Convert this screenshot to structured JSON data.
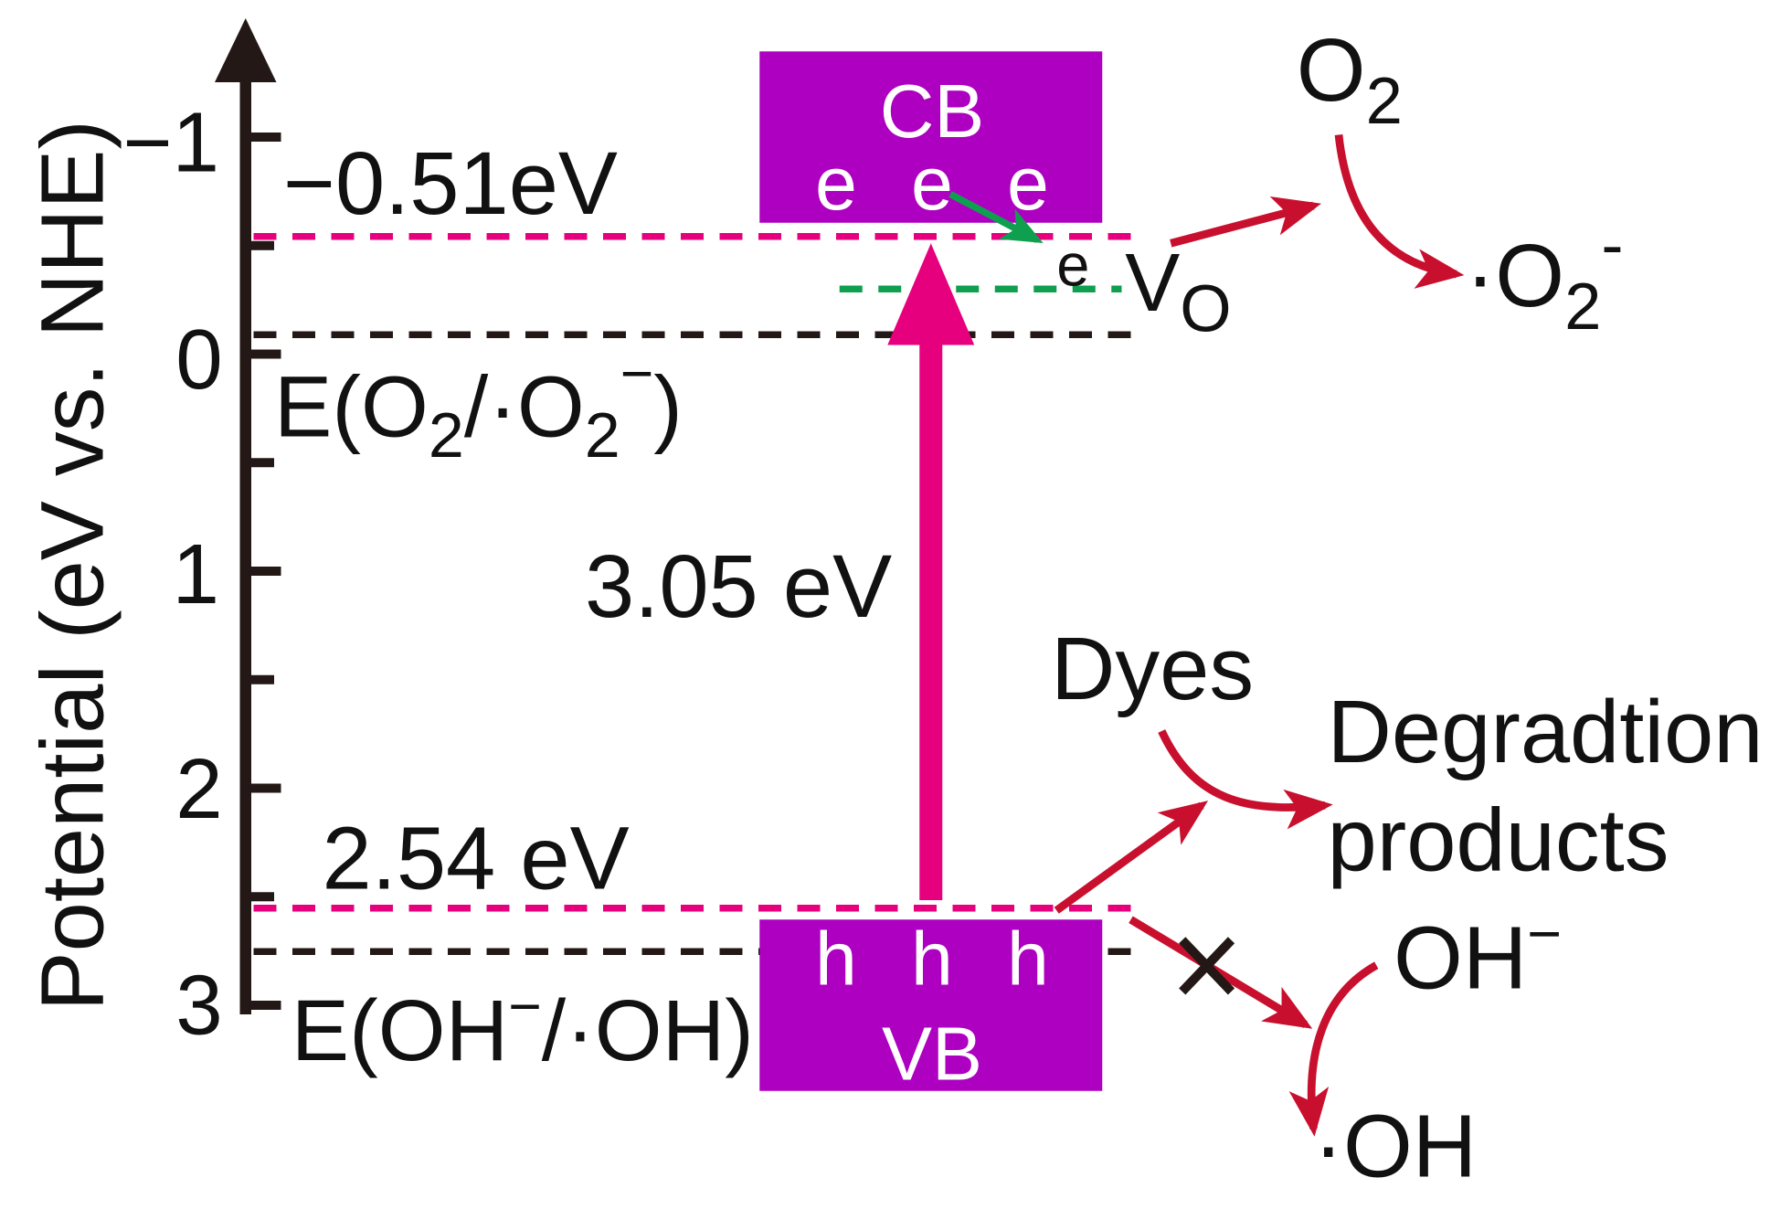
{
  "axis": {
    "label": "Potential (eV vs. NHE)",
    "ticks": [
      "−1",
      "0",
      "1",
      "2",
      "3"
    ]
  },
  "levels": {
    "cb_edge": "−0.51eV",
    "vb_edge": "2.54 eV",
    "band_gap": "3.05 eV"
  },
  "redox_couples": {
    "o2_superoxide": {
      "p1": "E(O",
      "sub1": "2",
      "p2": "/·O",
      "sub2": "2",
      "sup": "−",
      "p3": ")"
    },
    "oh_hydroxyl": {
      "p1": "E(OH",
      "sup": "−",
      "p2": "/·OH)"
    }
  },
  "bands": {
    "cb": {
      "label": "CB",
      "carriers": [
        "e",
        "e",
        "e"
      ]
    },
    "vb": {
      "label": "VB",
      "carriers": [
        "h",
        "h",
        "h"
      ]
    }
  },
  "oxygen_vacancy": {
    "electron": "e",
    "symbol": "V",
    "sub": "O"
  },
  "species": {
    "oxygen": {
      "text": "O",
      "sub": "2"
    },
    "superoxide": {
      "text": "·O",
      "sub": "2",
      "sup": "-"
    },
    "dyes": "Dyes",
    "products": {
      "line1": "Degradtion",
      "line2": "products"
    },
    "hydroxide": {
      "text": "OH",
      "sup": "−"
    },
    "hydroxyl": "·OH"
  },
  "colors": {
    "band": "#ad00c0",
    "excitation": "#e6007e",
    "reaction_arrow": "#c8102e",
    "vacancy_level": "#0e9f4f",
    "axis": "#231815"
  }
}
